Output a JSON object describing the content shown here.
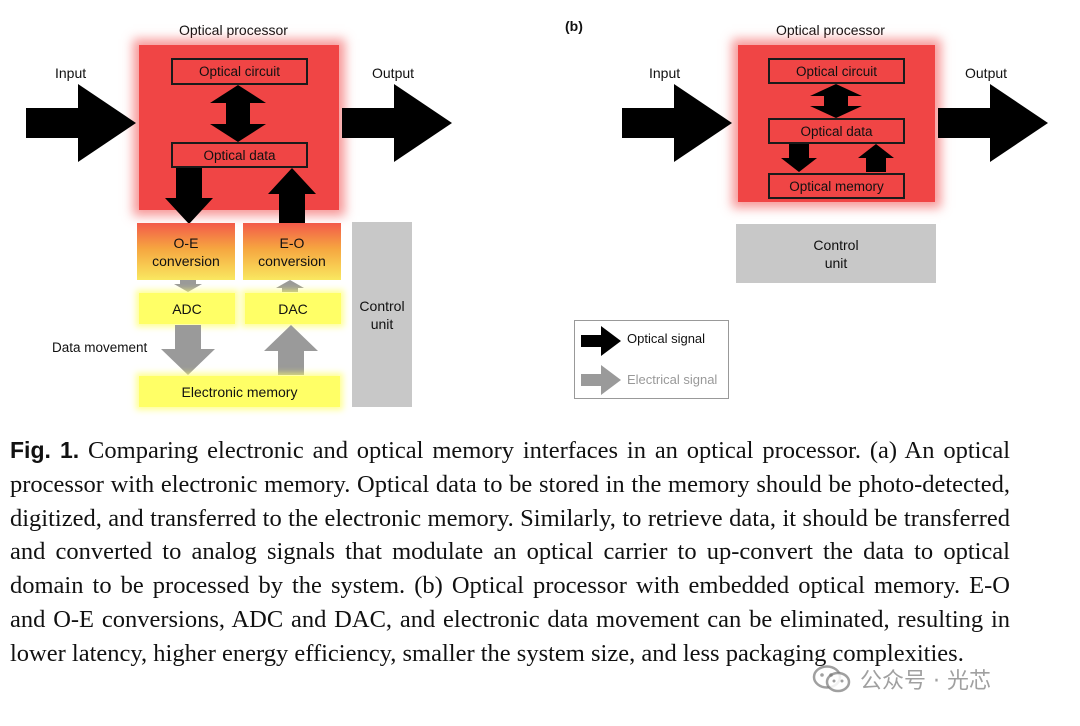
{
  "panel_a": {
    "title": "Optical processor",
    "input_label": "Input",
    "output_label": "Output",
    "optical_circuit": "Optical circuit",
    "optical_data": "Optical data",
    "oe_conversion_line1": "O-E",
    "oe_conversion_line2": "conversion",
    "eo_conversion_line1": "E-O",
    "eo_conversion_line2": "conversion",
    "adc": "ADC",
    "dac": "DAC",
    "data_movement": "Data movement",
    "electronic_memory": "Electronic memory",
    "control_unit_line1": "Control",
    "control_unit_line2": "unit"
  },
  "panel_b": {
    "tag": "(b)",
    "title": "Optical processor",
    "input_label": "Input",
    "output_label": "Output",
    "optical_circuit": "Optical circuit",
    "optical_data": "Optical data",
    "optical_memory": "Optical memory",
    "control_unit_line1": "Control",
    "control_unit_line2": "unit"
  },
  "legend": {
    "optical_signal": "Optical signal",
    "electrical_signal": "Electrical signal"
  },
  "colors": {
    "processor_red": "#f04545",
    "electronic_yellow": "#ffff66",
    "control_gray": "#c8c8c8",
    "optical_arrow": "#000000",
    "electrical_arrow": "#9a9a9a"
  },
  "caption": {
    "fig_label": "Fig. 1.",
    "text": "Comparing electronic and optical memory interfaces in an optical processor. (a) An optical processor with electronic memory. Optical data to be stored in the memory should be photo-detected, digitized, and transferred to the electronic memory. Similarly, to retrieve data, it should be transferred and converted to analog signals that modulate an optical carrier to up-convert the data to optical domain to be processed by the system. (b) Optical processor with embedded optical memory. E-O and O-E conversions, ADC and DAC, and electronic data movement can be eliminated, resulting in lower latency, higher energy efficiency, smaller the system size, and less packaging complexities."
  },
  "watermark": {
    "text": "公众号 · 光芯",
    "icon": "wechat-icon"
  }
}
